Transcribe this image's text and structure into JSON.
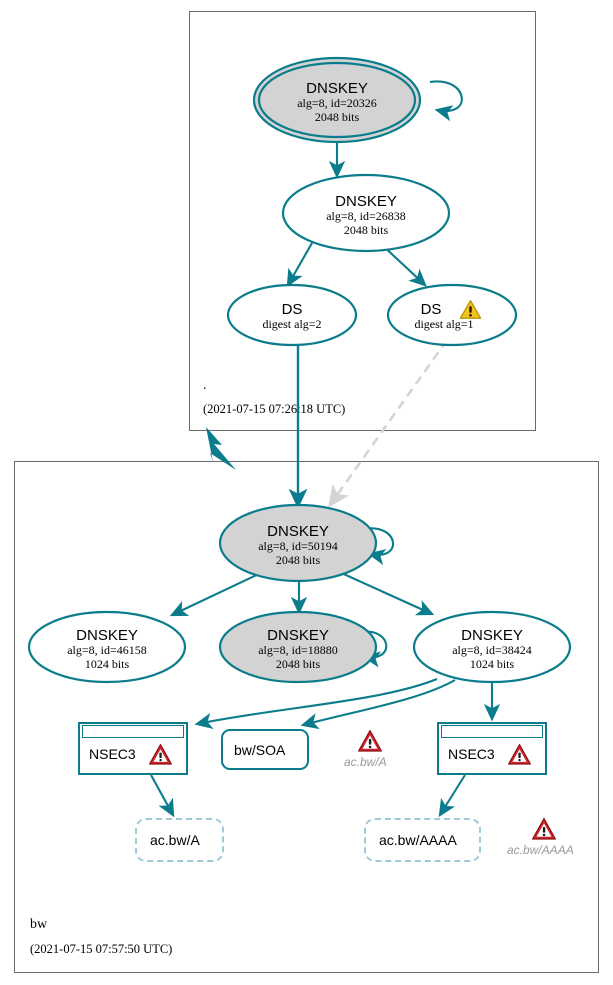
{
  "diagram": {
    "type": "dnssec-authentication-chain",
    "colors": {
      "edge_secure": "#0a7c8c",
      "edge_insecure": "#d4d4d4",
      "node_border": "#0a7c8c",
      "node_fill_sep": "#d3d3d3",
      "node_fill_plain": "#ffffff",
      "zone_border": "#6b6b6b",
      "warning_red": "#cc2229",
      "warning_yellow": "#f2c21a",
      "dashed_border": "#9fc9d6"
    }
  },
  "zones": [
    {
      "id": "root",
      "name": ".",
      "timestamp": "(2021-07-15 07:26:18 UTC)"
    },
    {
      "id": "bw",
      "name": "bw",
      "timestamp": "(2021-07-15 07:57:50 UTC)"
    }
  ],
  "nodes": {
    "root_ksk": {
      "type": "DNSKEY",
      "title": "DNSKEY",
      "line2": "alg=8, id=20326",
      "line3": "2048 bits",
      "alg": 8,
      "key_id": 20326,
      "key_size": "2048 bits",
      "trust_anchor": true,
      "sep": true,
      "zone": "root"
    },
    "root_zsk": {
      "type": "DNSKEY",
      "title": "DNSKEY",
      "line2": "alg=8, id=26838",
      "line3": "2048 bits",
      "alg": 8,
      "key_id": 26838,
      "key_size": "2048 bits",
      "trust_anchor": false,
      "sep": false,
      "zone": "root"
    },
    "ds_alg2": {
      "type": "DS",
      "title": "DS",
      "line2": "digest alg=2",
      "digest_alg": 2,
      "warning": false,
      "zone": "root"
    },
    "ds_alg1": {
      "type": "DS",
      "title": "DS",
      "line2": "digest alg=1",
      "digest_alg": 1,
      "warning": true,
      "warning_level": "yellow",
      "zone": "root"
    },
    "bw_ksk": {
      "type": "DNSKEY",
      "title": "DNSKEY",
      "line2": "alg=8, id=50194",
      "line3": "2048 bits",
      "alg": 8,
      "key_id": 50194,
      "key_size": "2048 bits",
      "sep": true,
      "zone": "bw"
    },
    "bw_key_46158": {
      "type": "DNSKEY",
      "title": "DNSKEY",
      "line2": "alg=8, id=46158",
      "line3": "1024 bits",
      "alg": 8,
      "key_id": 46158,
      "key_size": "1024 bits",
      "sep": false,
      "zone": "bw"
    },
    "bw_key_18880": {
      "type": "DNSKEY",
      "title": "DNSKEY",
      "line2": "alg=8, id=18880",
      "line3": "2048 bits",
      "alg": 8,
      "key_id": 18880,
      "key_size": "2048 bits",
      "sep": true,
      "zone": "bw"
    },
    "bw_key_38424": {
      "type": "DNSKEY",
      "title": "DNSKEY",
      "line2": "alg=8, id=38424",
      "line3": "1024 bits",
      "alg": 8,
      "key_id": 38424,
      "key_size": "1024 bits",
      "sep": false,
      "zone": "bw"
    },
    "nsec3_left": {
      "type": "NSEC3",
      "title": "NSEC3",
      "warning": true,
      "warning_level": "red",
      "zone": "bw"
    },
    "nsec3_right": {
      "type": "NSEC3",
      "title": "NSEC3",
      "warning": true,
      "warning_level": "red",
      "zone": "bw"
    },
    "bw_soa": {
      "type": "RRSET",
      "title": "bw/SOA",
      "zone": "bw"
    },
    "ac_bw_a": {
      "type": "NXDOMAIN",
      "title": "ac.bw/A",
      "zone": "bw"
    },
    "ac_bw_aaaa": {
      "type": "NXDOMAIN",
      "title": "ac.bw/AAAA",
      "zone": "bw"
    }
  },
  "warnings": [
    {
      "id": "warn_ac_bw_a",
      "label": "ac.bw/A",
      "level": "red"
    },
    {
      "id": "warn_ac_bw_aaaa",
      "label": "ac.bw/AAAA",
      "level": "red"
    }
  ]
}
